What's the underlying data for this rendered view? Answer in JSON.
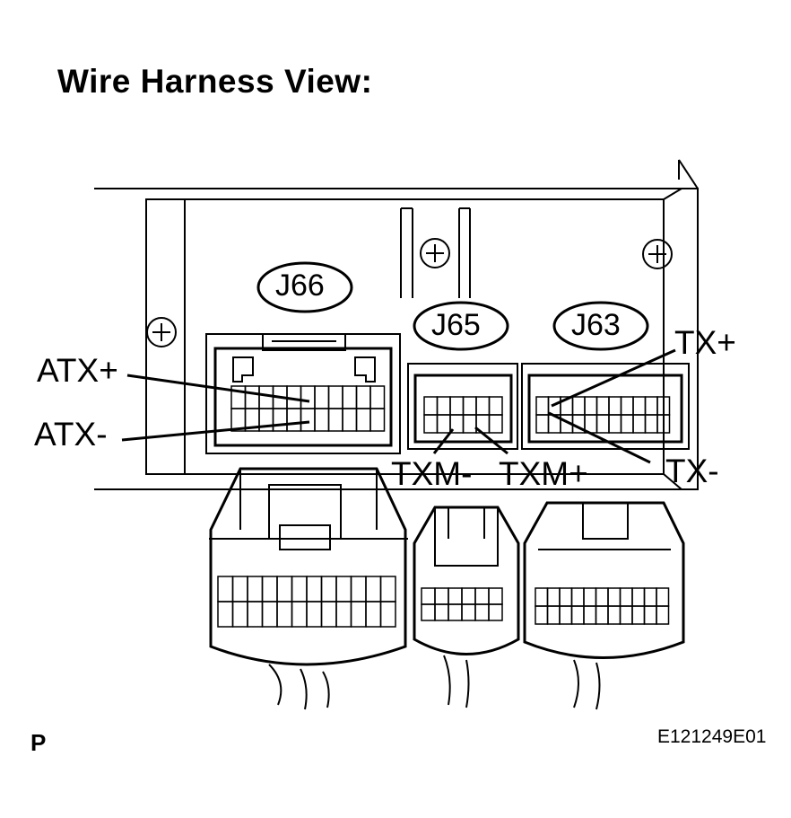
{
  "title": "Wire Harness View:",
  "connectors": {
    "j66": "J66",
    "j65": "J65",
    "j63": "J63"
  },
  "terminals": {
    "atx_plus": "ATX+",
    "atx_minus": "ATX-",
    "txm_minus": "TXM-",
    "txm_plus": "TXM+",
    "tx_plus": "TX+",
    "tx_minus": "TX-"
  },
  "corner_letter": "P",
  "figure_code": "E121249E01"
}
